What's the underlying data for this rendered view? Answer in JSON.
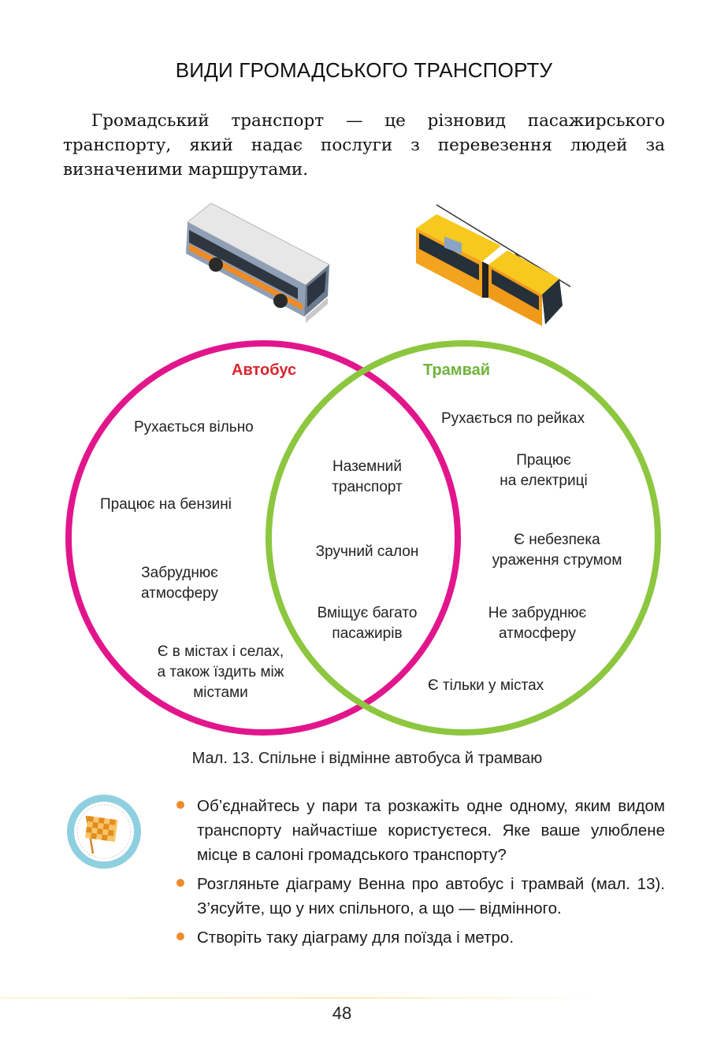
{
  "title": "ВИДИ ГРОМАДСЬКОГО ТРАНСПОРТУ",
  "intro": "Громадський транспорт — це різновид пасажирського транспорту, який надає послуги з перевезення людей за визначеними маршрутами.",
  "venn": {
    "left_label": "Автобус",
    "right_label": "Трамвай",
    "left_color": "#e2168c",
    "right_color": "#8dc63f",
    "left_items": [
      "Рухається вільно",
      "Працює на бензині",
      "Забруднює\nатмосферу",
      "Є в містах і селах,\nа також їздить між\nмістами"
    ],
    "common_items": [
      "Наземний\nтранспорт",
      "Зручний салон",
      "Вміщує багато\nпасажирів"
    ],
    "right_items": [
      "Рухається по рейках",
      "Працює\nна електриці",
      "Є небезпека\nураження струмом",
      "Не забруднює\nатмосферу",
      "Є тільки у містах"
    ]
  },
  "caption": "Мал. 13. Спільне і відмінне автобуса й трамваю",
  "tasks": [
    "Об’єднайтесь у пари та розкажіть одне одному, яким видом транспорту найчастіше користуєтеся. Яке ваше улюблене місце в салоні громадського транспорту?",
    "Розгляньте діаграму Венна про автобус і трамвай (мал. 13). З’ясуйте, що у них спільного, а що — відмінного.",
    "Створіть таку діаграму для поїзда і метро."
  ],
  "icons": {
    "bus": "bus-illustration",
    "tram": "tram-illustration",
    "task": "checkered-flag-icon"
  },
  "colors": {
    "bullet": "#ee8b2a",
    "badge_ring": "#8fd0e0"
  },
  "page_number": "48"
}
